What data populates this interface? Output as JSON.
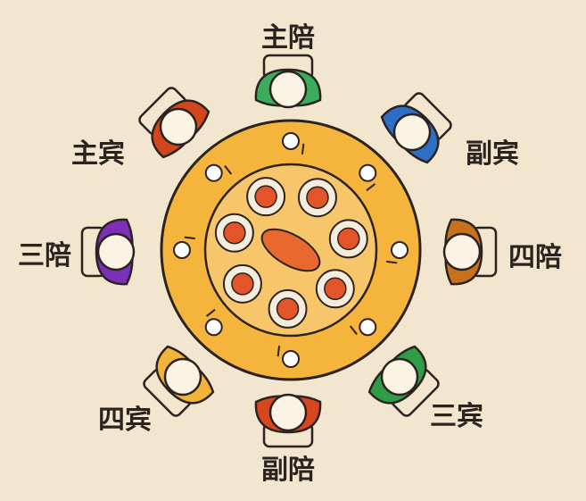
{
  "title": "Banquet round-table seating diagram",
  "seats": [
    {
      "id": "top",
      "label": "主陪",
      "color": "#3cab5c"
    },
    {
      "id": "top-right",
      "label": "副宾",
      "color": "#2d6fc4"
    },
    {
      "id": "right",
      "label": "四陪",
      "color": "#c8711c"
    },
    {
      "id": "bottom-right",
      "label": "三宾",
      "color": "#2f9c47"
    },
    {
      "id": "bottom",
      "label": "副陪",
      "color": "#d8461f"
    },
    {
      "id": "bottom-left",
      "label": "四宾",
      "color": "#f2b33a"
    },
    {
      "id": "left",
      "label": "三陪",
      "color": "#7d2fb8"
    },
    {
      "id": "top-left",
      "label": "主宾",
      "color": "#d2461d"
    }
  ],
  "colors": {
    "background": "#f3e6cf",
    "table": "#f5b43c",
    "tableInner": "#f7c56a",
    "outline": "#2a2320",
    "plate": "#f4ecdd",
    "food": "#e2552a"
  }
}
